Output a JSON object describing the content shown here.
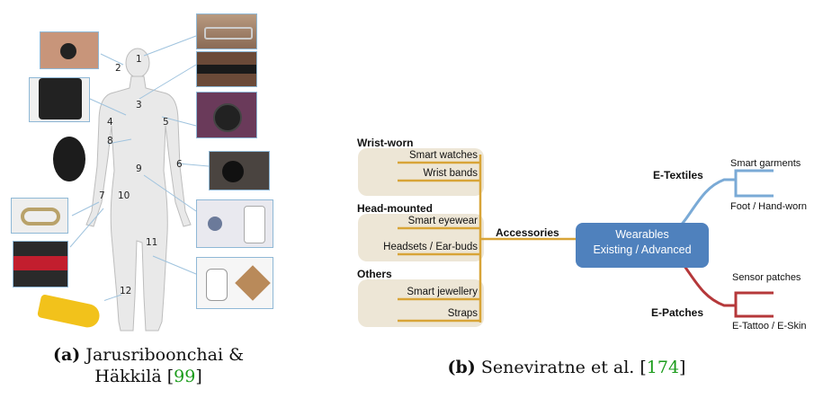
{
  "figure_a": {
    "labels": [
      "1",
      "2",
      "3",
      "4",
      "5",
      "6",
      "7",
      "8",
      "9",
      "10",
      "11",
      "12"
    ],
    "caption_tag": "(a)",
    "caption_text_line1": "Jarusriboonchai &",
    "caption_text_line2": "Häkkilä [",
    "caption_ref": "99",
    "caption_close": "]"
  },
  "figure_b": {
    "groups": [
      {
        "title": "Wrist-worn",
        "items": [
          "Smart watches",
          "Wrist bands"
        ]
      },
      {
        "title": "Head-mounted",
        "items": [
          "Smart eyewear",
          "Headsets / Ear-buds"
        ]
      },
      {
        "title": "Others",
        "items": [
          "Smart jewellery",
          "Straps"
        ]
      }
    ],
    "accessories_label": "Accessories",
    "center_line1": "Wearables",
    "center_line2": "Existing / Advanced",
    "etextiles_label": "E-Textiles",
    "etextiles_items": [
      "Smart garments",
      "Foot / Hand-worn"
    ],
    "epatches_label": "E-Patches",
    "epatches_items": [
      "Sensor patches",
      "E-Tattoo / E-Skin"
    ],
    "colors": {
      "gold": "#d8a437",
      "blue": "#7aaad6",
      "red": "#b5383a",
      "center": "#4f81bd",
      "group_bg": "#ede6d6"
    },
    "caption_tag": "(b)",
    "caption_text": "Seneviratne et al. [",
    "caption_ref": "174",
    "caption_close": "]"
  }
}
